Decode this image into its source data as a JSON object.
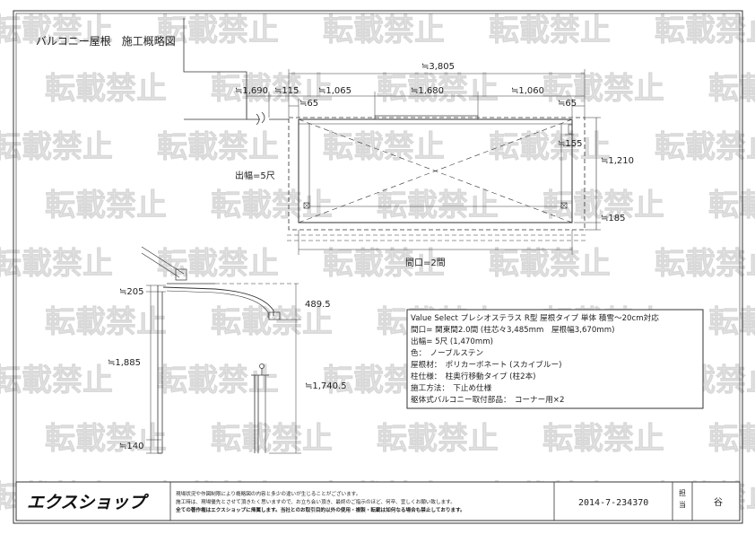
{
  "title": "バルコニー屋根　施工概略図",
  "plan": {
    "dim_total": "≒3,805",
    "dim_1690": "≒1,690",
    "dim_115": "≒115",
    "dim_1065": "≒1,065",
    "dim_1680": "≒1,680",
    "dim_1060": "≒1,060",
    "dim_65_left": "≒65",
    "dim_65_right": "≒65",
    "dim_155": "≒155",
    "dim_1210": "≒1,210",
    "dim_185": "≒185",
    "projection_label": "出幅=5尺",
    "frontage_label": "間口=2間"
  },
  "section": {
    "dim_205": "≒205",
    "dim_1885": "≒1,885",
    "dim_140": "≒140",
    "dim_4895": "489.5",
    "dim_17405": "≒1,740.5"
  },
  "spec": {
    "lines": [
      "Value Select プレシオステラス R型 屋根タイプ 単体 積雪～20cm対応",
      "間口= 関東間2.0間 (柱芯々3,485mm　屋根幅3,670mm)",
      "出幅= 5尺 (1,470mm)",
      "色：　ノーブルステン",
      "屋根材：　ポリカーボネート (スカイブルー)",
      "柱仕様：　柱奥行移動タイプ (柱2本)",
      "施工方法：　下止め仕様",
      "躯体式バルコニー取付部品：　コーナー用×2"
    ]
  },
  "watermark": "転載禁止",
  "footer": {
    "logo": "エクスショップ",
    "notes": [
      "現場状況や作図制限により概略図の内容と多少の違いが生じることがございます。",
      "施工時は、現場優先とさせて頂きたく思いますので、お立ち会い頂き、最終のご指示のほど、何卒、宜しくお願い致します。",
      "全ての著作権はエクスショップに帰属します。当社とのお取引目的以外の使用・複製・転載は如何なる場合も禁止しております。"
    ],
    "drawing_no": "2014-7-234370",
    "staff_label": "担当",
    "staff_name": "谷"
  }
}
